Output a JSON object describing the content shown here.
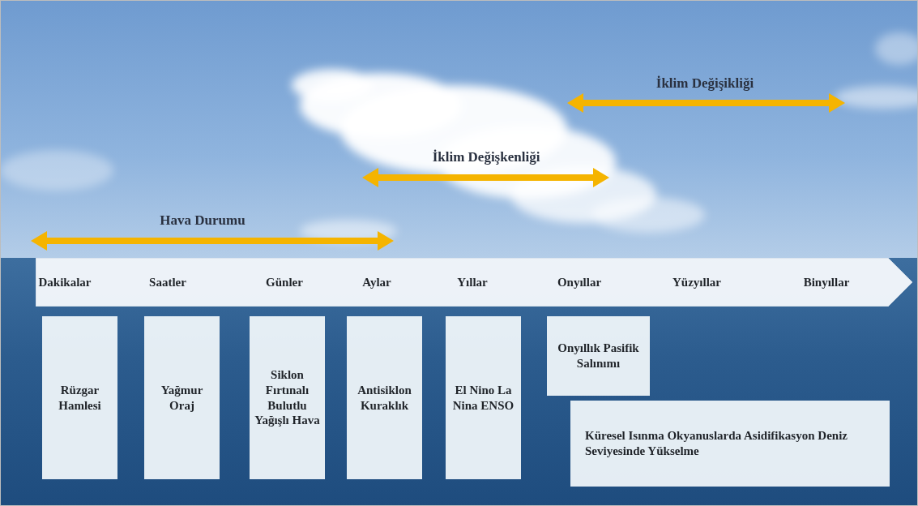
{
  "diagram": {
    "nodes": [
      {
        "text": [
          "Dakikalar",
          "Saatler",
          "Günler",
          "Aylar",
          "Yıllar",
          "Onyıllar",
          "Yüzyıllar",
          "Binyıllar"
        ]
      },
      {
        "text": [
          "Rüzgar Hamlesi"
        ]
      },
      {
        "text": [
          "Yağmur Oraj"
        ]
      },
      {
        "text": [
          "Siklon Fırtınalı Bulutlu Yağışlı Hava"
        ]
      },
      {
        "text": [
          "Antisiklon Kuraklık"
        ]
      },
      {
        "text": [
          "El Nino La Nina ENSO"
        ]
      },
      {
        "text": [
          "Onyıllık Pasifik Salınımı"
        ]
      },
      {
        "text": [
          "Küresel Isınma Okyanuslarda Asidifikasyon Deniz Seviyesinde Yükselme"
        ]
      }
    ],
    "labels": [
      "Hava Durumu",
      "İklim Değişkenliği",
      "İklim Değişikliği"
    ]
  }
}
